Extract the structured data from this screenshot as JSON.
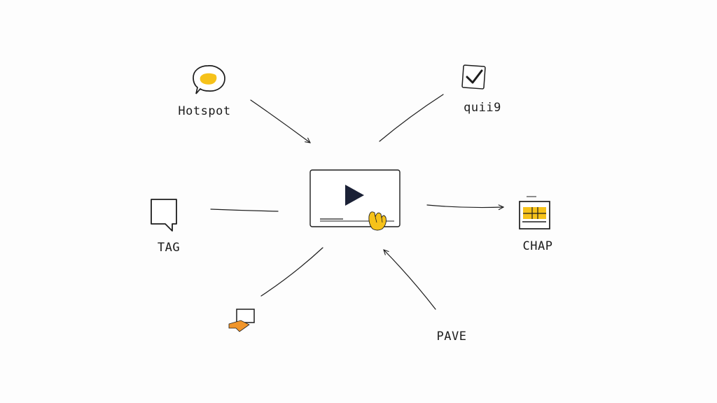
{
  "colors": {
    "ink": "#1d1d1d",
    "yellow": "#f6c21a",
    "orange": "#f0952a",
    "navy": "#1b2136",
    "background": "#fdfdfd"
  },
  "nodes": [
    {
      "id": "hotspot",
      "label": "Hotspot",
      "icon": "speech-bubble-icon"
    },
    {
      "id": "quiz",
      "label": "quii9",
      "icon": "checkbox-icon"
    },
    {
      "id": "tag",
      "label": "TAG",
      "icon": "tag-callout-icon"
    },
    {
      "id": "chap",
      "label": "CHAP",
      "icon": "chapter-frame-icon"
    },
    {
      "id": "note",
      "label": "",
      "icon": "note-flag-icon"
    },
    {
      "id": "pane",
      "label": "PAVE",
      "icon": ""
    }
  ],
  "center": {
    "icon": "video-player-icon",
    "play": "play-icon",
    "cursor": "hand-cursor-icon"
  }
}
